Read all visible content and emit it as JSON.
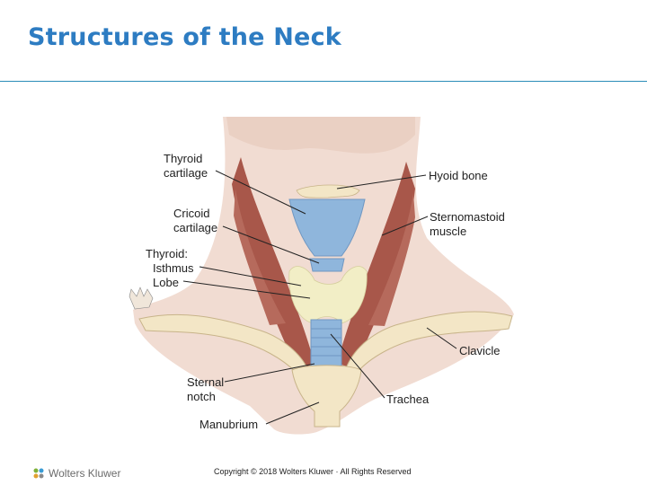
{
  "slide": {
    "title": "Structures of the Neck"
  },
  "diagram": {
    "labels": {
      "thyroid_cartilage": [
        "Thyroid",
        "cartilage"
      ],
      "cricoid_cartilage": [
        "Cricoid",
        "cartilage"
      ],
      "thyroid": [
        "Thyroid:",
        "Isthmus",
        "Lobe"
      ],
      "sternal_notch": [
        "Sternal",
        "notch"
      ],
      "manubrium": "Manubrium",
      "hyoid_bone": "Hyoid bone",
      "sternomastoid_muscle": [
        "Sternomastoid",
        "muscle"
      ],
      "clavicle": "Clavicle",
      "trachea": "Trachea"
    },
    "colors": {
      "skin": "#f1dcd2",
      "bone": "#f3e6c6",
      "muscle": "#a8574a",
      "cartilage": "#8fb6dc",
      "thyroid": "#f2eec6",
      "leader": "#222222"
    }
  },
  "footer": {
    "copyright": "Copyright © 2018 Wolters Kluwer · All Rights Reserved",
    "logo_text": "Wolters Kluwer"
  }
}
